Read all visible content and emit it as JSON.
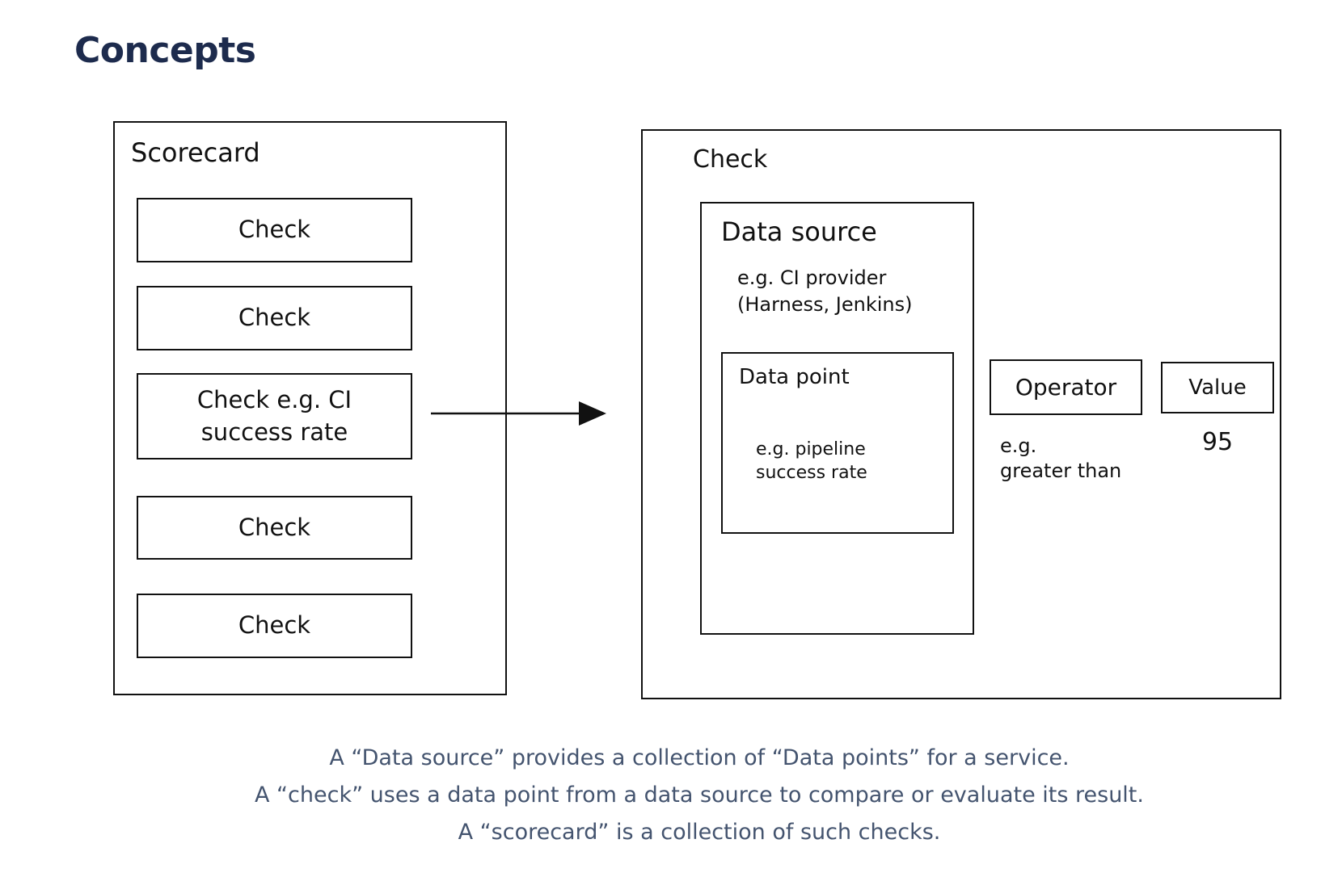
{
  "page": {
    "title": "Concepts"
  },
  "diagram": {
    "scorecard": {
      "label": "Scorecard",
      "checks": [
        "Check",
        "Check",
        "Check e.g. CI\nsuccess rate",
        "Check",
        "Check"
      ]
    },
    "check_detail": {
      "label": "Check",
      "data_source": {
        "label": "Data source",
        "example": "e.g. CI provider\n(Harness, Jenkins)",
        "data_point": {
          "label": "Data point",
          "example": "e.g. pipeline\nsuccess rate"
        }
      },
      "operator": {
        "label": "Operator",
        "example": "e.g.\ngreater than"
      },
      "value": {
        "label": "Value",
        "example": "95"
      }
    }
  },
  "description": {
    "line1": "A “Data source” provides a collection of “Data points” for a service.",
    "line2": "A “check” uses a data point from a data source to compare or evaluate its result.",
    "line3": "A “scorecard” is a collection of such checks."
  },
  "colors": {
    "heading_text": "#1d2b4d",
    "body_text": "#44546f",
    "diagram_stroke": "#111111",
    "background": "#ffffff"
  }
}
